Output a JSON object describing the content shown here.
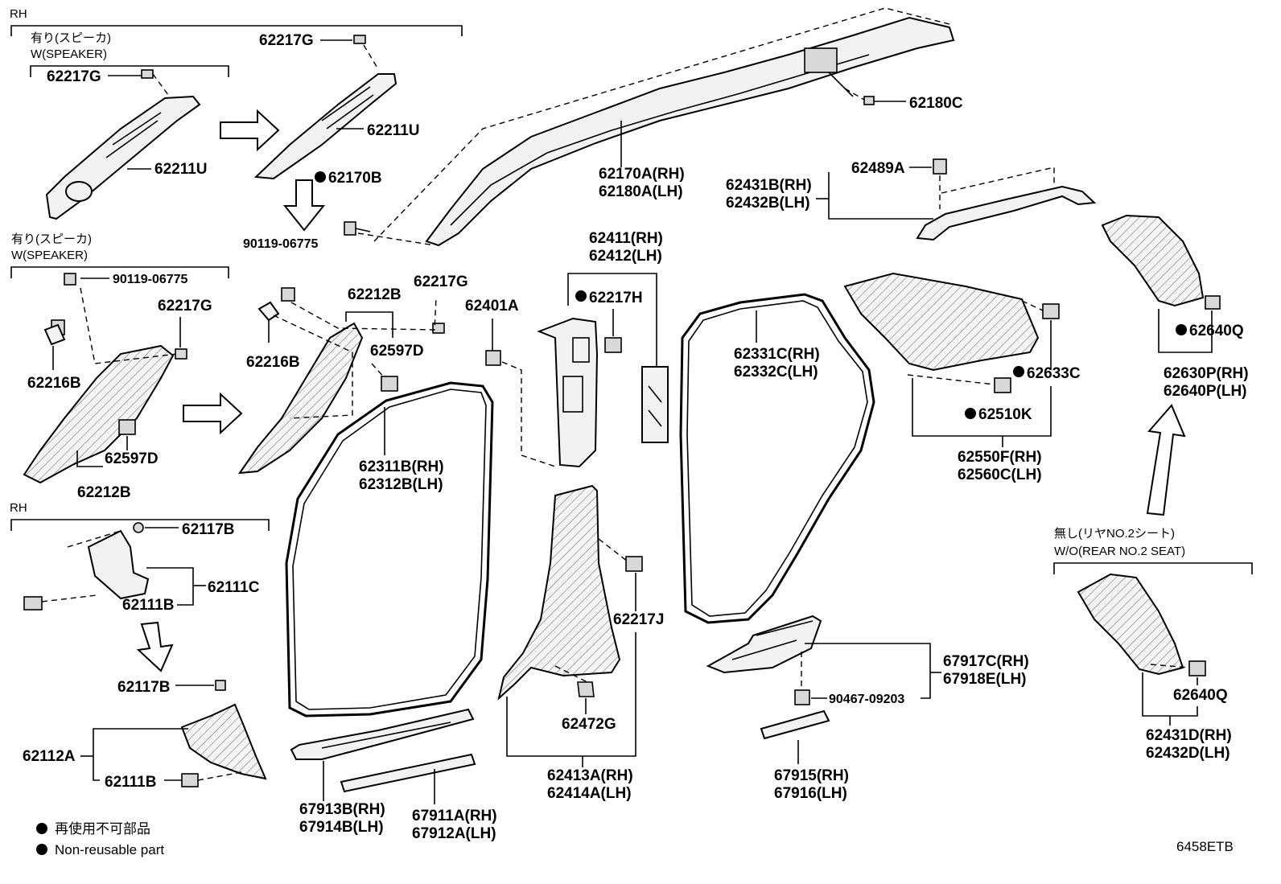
{
  "sections": {
    "rh_top": "RH",
    "rh_mid": "RH",
    "w_speaker_1_jp": "有り(スピーカ)",
    "w_speaker_1_en": "W(SPEAKER)",
    "w_speaker_2_jp": "有り(スピーカ)",
    "w_speaker_2_en": "W(SPEAKER)",
    "wo_rear_jp": "無し(リヤNO.2シート)",
    "wo_rear_en": "W/O(REAR NO.2 SEAT)"
  },
  "labels": {
    "p62217G_a": "62217G",
    "p62211U_a": "62211U",
    "p62217G_b": "62217G",
    "p62211U_b": "62211U",
    "p62170B": "62170B",
    "p90119_a": "90119-06775",
    "p90119_b": "90119-06775",
    "p62217G_c": "62217G",
    "p62216B_a": "62216B",
    "p62597D_a": "62597D",
    "p62212B_a": "62212B",
    "p62216B_b": "62216B",
    "p62212B_b": "62212B",
    "p62217G_d": "62217G",
    "p62597D_b": "62597D",
    "p62170A_rh": "62170A(RH)",
    "p62180A_lh": "62180A(LH)",
    "p62180C": "62180C",
    "p62489A": "62489A",
    "p62431B_rh": "62431B(RH)",
    "p62432B_lh": "62432B(LH)",
    "p62411_rh": "62411(RH)",
    "p62412_lh": "62412(LH)",
    "p62217H": "62217H",
    "p62401A": "62401A",
    "p62331C_rh": "62331C(RH)",
    "p62332C_lh": "62332C(LH)",
    "p62633C": "62633C",
    "p62510K": "62510K",
    "p62550F_rh": "62550F(RH)",
    "p62560C_lh": "62560C(LH)",
    "p62640Q_a": "62640Q",
    "p62630P_rh": "62630P(RH)",
    "p62640P_lh": "62640P(LH)",
    "p62311B_rh": "62311B(RH)",
    "p62312B_lh": "62312B(LH)",
    "p62117B_a": "62117B",
    "p62111C": "62111C",
    "p62111B_a": "62111B",
    "p62117B_b": "62117B",
    "p62112A": "62112A",
    "p62111B_b": "62111B",
    "p62217J": "62217J",
    "p62472G": "62472G",
    "p62413A_rh": "62413A(RH)",
    "p62414A_lh": "62414A(LH)",
    "p67917C_rh": "67917C(RH)",
    "p67918E_lh": "67918E(LH)",
    "p90467": "90467-09203",
    "p67915_rh": "67915(RH)",
    "p67916_lh": "67916(LH)",
    "p67913B_rh": "67913B(RH)",
    "p67914B_lh": "67914B(LH)",
    "p67911A_rh": "67911A(RH)",
    "p67912A_lh": "67912A(LH)",
    "p62640Q_b": "62640Q",
    "p62431D_rh": "62431D(RH)",
    "p62432D_lh": "62432D(LH)"
  },
  "legend": {
    "jp": "再使用不可部品",
    "en": "Non-reusable part"
  },
  "figure_code": "6458ETB"
}
